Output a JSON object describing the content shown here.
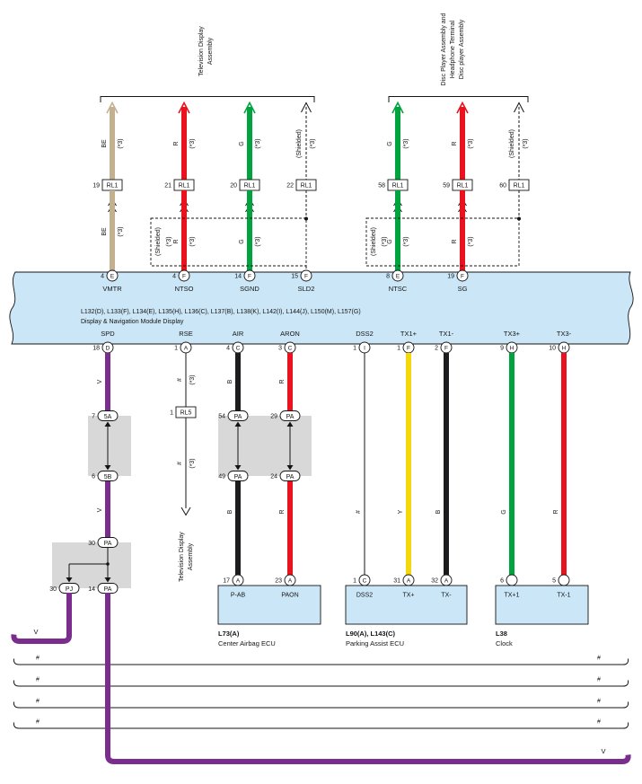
{
  "palette": {
    "beige": "#c2b091",
    "red": "#e8131e",
    "green": "#00a33e",
    "purple": "#7b2d8e",
    "yellow": "#f4d80c",
    "black": "#1c1c1e",
    "band_blue": "#cbe6f7",
    "gray": "#d8d8d8"
  },
  "groups": {
    "left": {
      "l1": "Television Display",
      "l2": "Assembly"
    },
    "right": {
      "l1": "Disc Player Assembly and",
      "l2": "Headphone Terminal",
      "l3": "Disc player Assembly"
    }
  },
  "topWires": {
    "w1": {
      "code": "BE",
      "note": "(*3)",
      "connNo": "19",
      "conn": "RL1",
      "code2": "BE",
      "note2": "(*3)",
      "pinNo": "4",
      "pin": "E",
      "term": "VMTR"
    },
    "w2": {
      "code": "R",
      "note": "(*3)",
      "connNo": "21",
      "conn": "RL1",
      "code2": "R",
      "note2": "(*3)",
      "pinNo": "4",
      "pin": "F",
      "term": "NTSO"
    },
    "w3": {
      "code": "G",
      "note": "(*3)",
      "connNo": "20",
      "conn": "RL1",
      "code2": "G",
      "note2": "(*3)",
      "pinNo": "14",
      "pin": "F",
      "term": "SGND"
    },
    "w4": {
      "code": "(Shielded)",
      "note": "(*3)",
      "connNo": "22",
      "conn": "RL1",
      "pinNo": "15",
      "pin": "F",
      "term": "SLD2"
    },
    "w5": {
      "code": "G",
      "note": "(*3)",
      "connNo": "58",
      "conn": "RL1",
      "code2": "G",
      "note2": "(*3)",
      "pinNo": "8",
      "pin": "E",
      "term": "NTSC"
    },
    "w6": {
      "code": "R",
      "note": "(*3)",
      "connNo": "59",
      "conn": "RL1",
      "code2": "R",
      "note2": "(*3)",
      "pinNo": "19",
      "pin": "F",
      "term": "SG"
    },
    "w7": {
      "code": "(Shielded)",
      "note": "(*3)",
      "connNo": "60",
      "conn": "RL1"
    }
  },
  "shields": {
    "left": {
      "label": "(Shielded)",
      "note": "(*3)"
    },
    "right": {
      "label": "(Shielded)",
      "note": "(*3)"
    }
  },
  "module": {
    "line1": "L132(D), L133(F), L134(E), L135(H), L136(C), L137(B), L138(K), L142(I), L144(J), L150(M), L157(G)",
    "line2": "Display & Navigation Module Display"
  },
  "outPins": {
    "spd": {
      "term": "SPD",
      "no": "18",
      "pin": "D"
    },
    "rse": {
      "term": "RSE",
      "no": "1",
      "pin": "A"
    },
    "air": {
      "term": "AIR",
      "no": "4",
      "pin": "C"
    },
    "aron": {
      "term": "ARON",
      "no": "3",
      "pin": "C"
    },
    "dss2": {
      "term": "DSS2",
      "no": "1",
      "pin": "I"
    },
    "tx1p": {
      "term": "TX1+",
      "no": "1",
      "pin": "F"
    },
    "tx1m": {
      "term": "TX1-",
      "no": "2",
      "pin": "F"
    },
    "tx3p": {
      "term": "TX3+",
      "no": "9",
      "pin": "H"
    },
    "tx3m": {
      "term": "TX3-",
      "no": "10",
      "pin": "H"
    }
  },
  "spdRun": {
    "code1": "V",
    "code2": "V",
    "c1No": "7",
    "c1": "5A",
    "c2No": "6",
    "c2": "5B",
    "c3No": "30",
    "c3": "PA",
    "c4No": "30",
    "c4": "PJ",
    "c5No": "14",
    "c5": "PA",
    "vLeft": "V",
    "vRight": "V"
  },
  "rseRun": {
    "code1": "#",
    "note1": "(*3)",
    "cNo": "1",
    "c": "RL5",
    "code2": "#",
    "note2": "(*3)",
    "destL1": "Television Display",
    "destL2": "Assembly"
  },
  "airRun": {
    "code1": "B",
    "cTopNo": "54",
    "cTop": "PA",
    "cBotNo": "49",
    "cBot": "PA",
    "code2": "B",
    "pinNo": "17",
    "pin": "A",
    "term": "P-AB"
  },
  "aronRun": {
    "code1": "R",
    "cTopNo": "29",
    "cTop": "PA",
    "cBotNo": "24",
    "cBot": "PA",
    "code2": "R",
    "pinNo": "23",
    "pin": "A",
    "term": "PAON"
  },
  "dss2Run": {
    "code": "#",
    "pinNo": "1",
    "pin": "C",
    "term": "DSS2"
  },
  "tx1pRun": {
    "code": "Y",
    "pinNo": "31",
    "pin": "A",
    "term": "TX+"
  },
  "tx1mRun": {
    "code": "B",
    "pinNo": "32",
    "pin": "A",
    "term": "TX-"
  },
  "tx3pRun": {
    "code": "G",
    "pinNo": "6",
    "term": "TX+1"
  },
  "tx3mRun": {
    "code": "R",
    "pinNo": "5",
    "term": "TX-1"
  },
  "ecus": {
    "airbag": {
      "code": "L73(A)",
      "name": "Center Airbag ECU"
    },
    "parking": {
      "code": "L90(A), L143(C)",
      "name": "Parking Assist ECU"
    },
    "clock": {
      "code": "L38",
      "name": "Clock"
    }
  },
  "bus": {
    "v": "V",
    "hash": "#"
  }
}
